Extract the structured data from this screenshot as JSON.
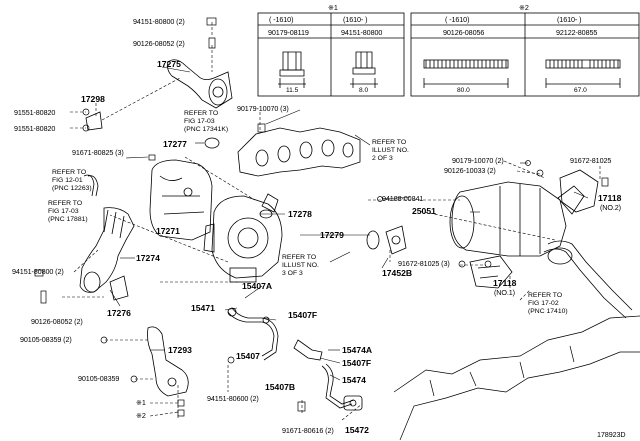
{
  "footnotes": {
    "mark1": "※1",
    "mark2": "※2"
  },
  "spec_table_1": {
    "headers": [
      "( -1610)",
      "(1610- )"
    ],
    "parts": [
      "90179-08119",
      "94151-80800"
    ],
    "dims": [
      "11.5",
      "8.0"
    ]
  },
  "spec_table_2": {
    "headers": [
      "( -1610)",
      "(1610- )"
    ],
    "parts": [
      "90126-08056",
      "92122-80855"
    ],
    "dims": [
      "80.0",
      "67.0"
    ]
  },
  "part_labels": {
    "p94151_80800_top": "94151-80800 (2)",
    "p90126_08052_top": "90126-08052 (2)",
    "p17275": "17275",
    "p17298": "17298",
    "p91551_80820_a": "91551-80820",
    "p91551_80820_b": "91551-80820",
    "p90179_10070_top": "90179-10070 (3)",
    "p17277": "17277",
    "p91671_80825": "91671-80825 (3)",
    "p17271": "17271",
    "p17278": "17278",
    "p17279": "17279",
    "p17274": "17274",
    "p94151_80800_mid": "94151-80800 (2)",
    "p17276": "17276",
    "p90126_08052_mid": "90126-08052 (2)",
    "p90105_08359_a": "90105-08359 (2)",
    "p17293": "17293",
    "p90105_08359_b": "90105-08359",
    "p15471": "15471",
    "p15407A": "15407A",
    "p15407": "15407",
    "p15407F_a": "15407F",
    "p15474A": "15474A",
    "p15407F_b": "15407F",
    "p15474": "15474",
    "p15407B": "15407B",
    "p94151_80600": "94151-80600 (2)",
    "p91671_80616": "91671-80616 (2)",
    "p15472": "15472",
    "p90179_10070_right": "90179-10070 (2)",
    "p90126_10033": "90126-10033 (2)",
    "p91672_81025_top": "91672-81025",
    "p94188_00841": "94188-00841",
    "p25051": "25051",
    "p17118_no2": "17118",
    "p17118_no2_sub": "(NO.2)",
    "p17452B": "17452B",
    "p91672_81025_mid": "91672-81025 (3)",
    "p17118_no1": "17118",
    "p17118_no1_sub": "(NO.1)",
    "star1": "※1",
    "star2": "※2"
  },
  "refer_notes": {
    "r_fig17_03_top": "REFER TO\nFIG 17-03\n(PNC 17341K)",
    "r_illust2": "REFER TO\nILLUST NO.\n2 OF 3",
    "r_fig12_01": "REFER TO\nFIG 12-01\n(PNC 12263)",
    "r_fig17_03_mid": "REFER TO\nFIG 17-03\n(PNC 17881)",
    "r_illust3": "REFER TO\nILLUST NO.\n3 OF 3",
    "r_fig17_02": "REFER TO\nFIG 17-02\n(PNC 17410)"
  },
  "diagram_id": "178923D"
}
